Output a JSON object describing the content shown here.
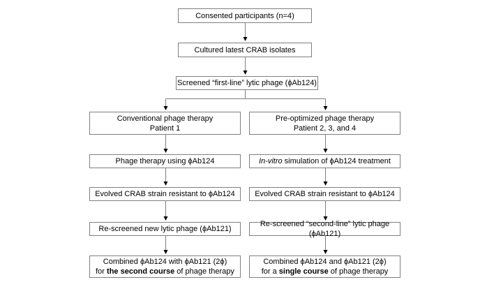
{
  "diagram": {
    "title": "Phage therapy participant flowchart",
    "colors": {
      "background": "#ffffff",
      "box_border": "#7f7f7f",
      "connector_line": "#7f7f7f",
      "arrowhead": "#000000",
      "text": "#000000"
    },
    "nodes": {
      "consented": {
        "text": "Consented participants (n=4)"
      },
      "cultured": {
        "text": "Cultured latest CRAB isolates"
      },
      "screened": {
        "text": "Screened “first-line” lytic phage (ϕAb124)"
      },
      "left_header": {
        "line1": "Conventional phage therapy",
        "line2": "Patient 1"
      },
      "right_header": {
        "line1": "Pre-optimized phage therapy",
        "line2": "Patient 2, 3, and 4"
      },
      "left_row2": {
        "text": "Phage therapy using ϕAb124"
      },
      "right_row2": {
        "italic": "In-vitro",
        "rest": " simulation of ϕAb124 treatment"
      },
      "left_row3": {
        "text": "Evolved CRAB strain resistant to ϕAb124"
      },
      "right_row3": {
        "text": "Evolved CRAB strain resistant to ϕAb124"
      },
      "left_row4": {
        "text": "Re-screened new lytic phage (ϕAb121)"
      },
      "right_row4": {
        "text": "Re-screened “second-line” lytic phage (ϕAb121)"
      },
      "left_row5": {
        "line1": "Combined ϕAb124 with ϕAb121 (2ϕ)",
        "line2_pre": "for ",
        "line2_bold": "the second course",
        "line2_post": " of phage therapy"
      },
      "right_row5": {
        "line1": "Combined ϕAb124 and ϕAb121 (2ϕ)",
        "line2_pre": "for a ",
        "line2_bold": "single course",
        "line2_post": " of phage therapy"
      }
    }
  }
}
